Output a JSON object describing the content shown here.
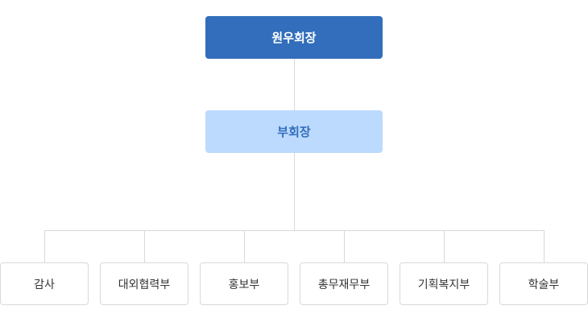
{
  "org_chart": {
    "top": {
      "label": "원우회장"
    },
    "middle": {
      "label": "부회장"
    },
    "departments": [
      {
        "label": "감사"
      },
      {
        "label": "대외협력부"
      },
      {
        "label": "홍보부"
      },
      {
        "label": "총무재무부"
      },
      {
        "label": "기획복지부"
      },
      {
        "label": "학술부"
      }
    ]
  },
  "colors": {
    "primary": "#326ebb",
    "secondary_bg": "#bcdafd",
    "secondary_text": "#326ebb",
    "line": "#d9d9d9",
    "dept_border": "#d9d9d9",
    "dept_text": "#333333"
  }
}
